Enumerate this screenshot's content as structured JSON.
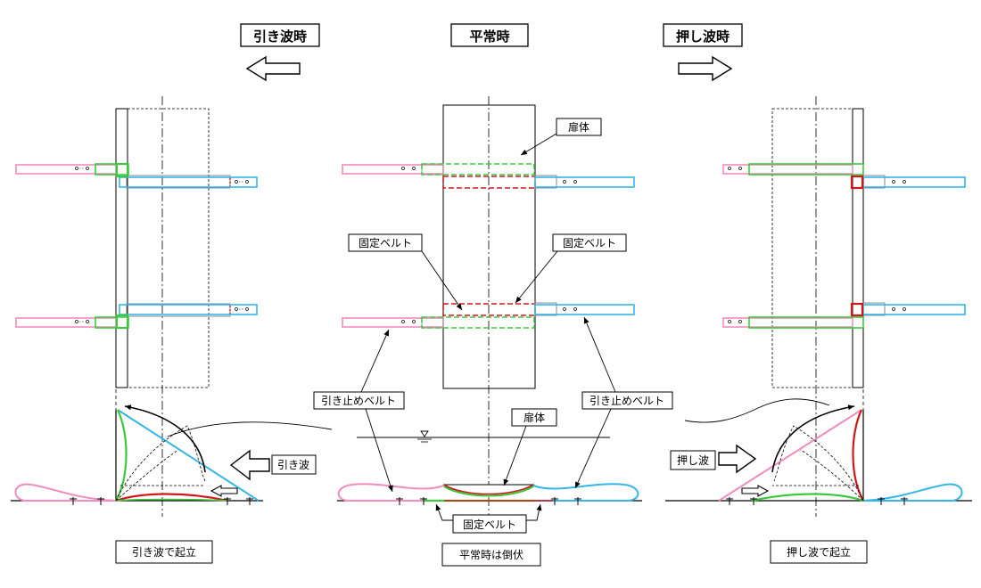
{
  "titles": {
    "left": "引き波時",
    "center": "平常時",
    "right": "押し波時"
  },
  "callouts": {
    "door_body_top": "扉体",
    "fixed_belt_left": "固定ベルト",
    "fixed_belt_right": "固定ベルト",
    "restraint_belt_left": "引き止めベルト",
    "restraint_belt_right": "引き止めベルト",
    "door_body_bottom": "扉体",
    "fixed_belt_bottom": "固定ベルト",
    "receding_wave": "引き波",
    "pushing_wave": "押し波"
  },
  "captions": {
    "left": "引き波で起立",
    "center": "平常時は倒伏",
    "right": "押し波で起立"
  },
  "colors": {
    "pink": "#f08cc0",
    "cyan": "#35b6e6",
    "green": "#3ec83e",
    "red": "#d01818",
    "black": "#000000",
    "grey": "#666666"
  }
}
